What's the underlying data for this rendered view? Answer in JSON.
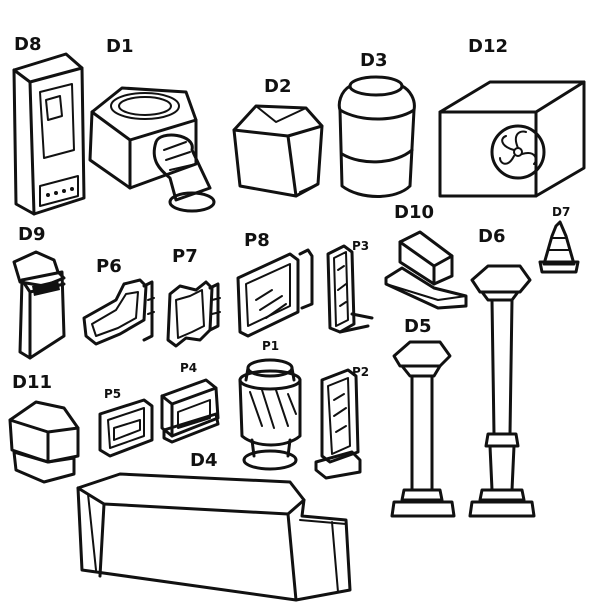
{
  "labels": {
    "d8": "D8",
    "d1": "D1",
    "d2": "D2",
    "d3": "D3",
    "d12": "D12",
    "d9": "D9",
    "p6": "P6",
    "p7": "P7",
    "p8": "P8",
    "p3": "P3",
    "d10": "D10",
    "d6": "D6",
    "d7": "D7",
    "d5": "D5",
    "d11": "D11",
    "p5": "P5",
    "p4": "P4",
    "p1": "P1",
    "p2": "P2",
    "d4": "D4"
  },
  "ink_color": "#111111",
  "background": "#ffffff"
}
